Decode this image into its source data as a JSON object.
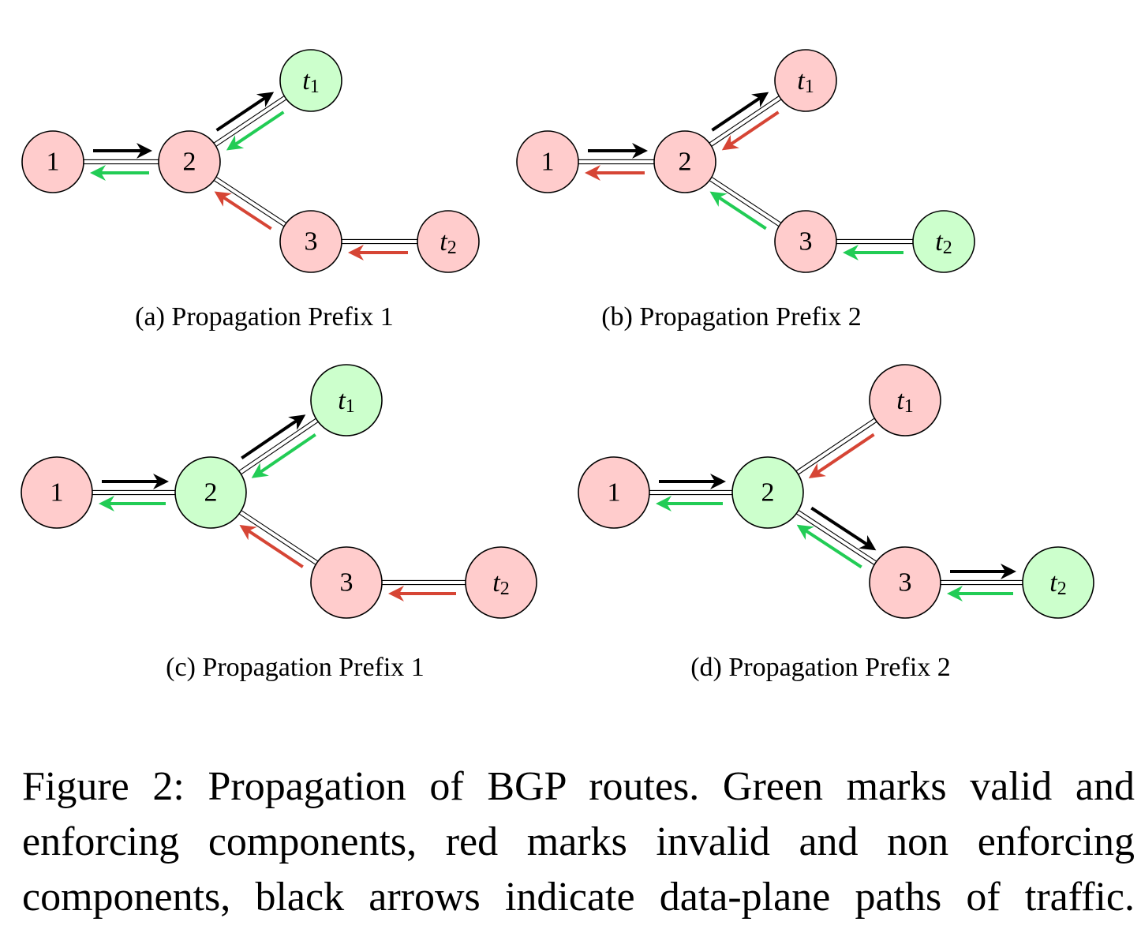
{
  "colors": {
    "valid": "#22cc55",
    "invalid": "#d64535",
    "traffic": "#000000",
    "valid_fill": "#ccffcc",
    "invalid_fill": "#ffcccc"
  },
  "panels": [
    {
      "caption": "(a) Propagation Prefix 1",
      "nodes": [
        {
          "id": "1",
          "text": "1",
          "state": "invalid"
        },
        {
          "id": "2",
          "text": "2",
          "state": "invalid"
        },
        {
          "id": "3",
          "text": "3",
          "state": "invalid"
        },
        {
          "id": "t1",
          "base": "t",
          "sub": "1",
          "state": "valid"
        },
        {
          "id": "t2",
          "base": "t",
          "sub": "2",
          "state": "invalid"
        }
      ],
      "arrows": [
        {
          "from": "2",
          "to": "1",
          "color": "valid"
        },
        {
          "from": "1",
          "to": "2",
          "color": "traffic"
        },
        {
          "from": "t1",
          "to": "2",
          "color": "valid"
        },
        {
          "from": "2",
          "to": "t1",
          "color": "traffic"
        },
        {
          "from": "3",
          "to": "2",
          "color": "invalid"
        },
        {
          "from": "t2",
          "to": "3",
          "color": "invalid"
        }
      ]
    },
    {
      "caption": "(b) Propagation Prefix 2",
      "nodes": [
        {
          "id": "1",
          "text": "1",
          "state": "invalid"
        },
        {
          "id": "2",
          "text": "2",
          "state": "invalid"
        },
        {
          "id": "3",
          "text": "3",
          "state": "invalid"
        },
        {
          "id": "t1",
          "base": "t",
          "sub": "1",
          "state": "invalid"
        },
        {
          "id": "t2",
          "base": "t",
          "sub": "2",
          "state": "valid"
        }
      ],
      "arrows": [
        {
          "from": "2",
          "to": "1",
          "color": "invalid"
        },
        {
          "from": "1",
          "to": "2",
          "color": "traffic"
        },
        {
          "from": "t1",
          "to": "2",
          "color": "invalid"
        },
        {
          "from": "2",
          "to": "t1",
          "color": "traffic"
        },
        {
          "from": "3",
          "to": "2",
          "color": "valid"
        },
        {
          "from": "t2",
          "to": "3",
          "color": "valid"
        }
      ]
    },
    {
      "caption": "(c) Propagation Prefix 1",
      "nodes": [
        {
          "id": "1",
          "text": "1",
          "state": "invalid"
        },
        {
          "id": "2",
          "text": "2",
          "state": "valid"
        },
        {
          "id": "3",
          "text": "3",
          "state": "invalid"
        },
        {
          "id": "t1",
          "base": "t",
          "sub": "1",
          "state": "valid"
        },
        {
          "id": "t2",
          "base": "t",
          "sub": "2",
          "state": "invalid"
        }
      ],
      "arrows": [
        {
          "from": "2",
          "to": "1",
          "color": "valid"
        },
        {
          "from": "1",
          "to": "2",
          "color": "traffic"
        },
        {
          "from": "t1",
          "to": "2",
          "color": "valid"
        },
        {
          "from": "2",
          "to": "t1",
          "color": "traffic"
        },
        {
          "from": "3",
          "to": "2",
          "color": "invalid"
        },
        {
          "from": "t2",
          "to": "3",
          "color": "invalid"
        }
      ]
    },
    {
      "caption": "(d) Propagation Prefix 2",
      "nodes": [
        {
          "id": "1",
          "text": "1",
          "state": "invalid"
        },
        {
          "id": "2",
          "text": "2",
          "state": "valid"
        },
        {
          "id": "3",
          "text": "3",
          "state": "invalid"
        },
        {
          "id": "t1",
          "base": "t",
          "sub": "1",
          "state": "invalid"
        },
        {
          "id": "t2",
          "base": "t",
          "sub": "2",
          "state": "valid"
        }
      ],
      "arrows": [
        {
          "from": "2",
          "to": "1",
          "color": "valid"
        },
        {
          "from": "1",
          "to": "2",
          "color": "traffic"
        },
        {
          "from": "t1",
          "to": "2",
          "color": "invalid"
        },
        {
          "from": "2",
          "to": "3",
          "color": "traffic"
        },
        {
          "from": "3",
          "to": "2",
          "color": "valid"
        },
        {
          "from": "3",
          "to": "t2",
          "color": "traffic"
        },
        {
          "from": "t2",
          "to": "3",
          "color": "valid"
        }
      ]
    }
  ],
  "caption": {
    "lines": [
      "Figure 2: Propagation of BGP routes. Green marks valid and",
      "enforcing components, red marks invalid and non enforcing",
      "components, black arrows indicate data-plane paths of traffic."
    ]
  }
}
